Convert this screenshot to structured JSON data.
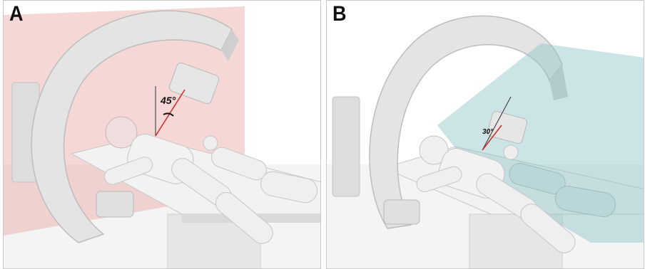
{
  "panels": [
    {
      "label": "A",
      "angle": "45°",
      "plane_color": "#e8a7a3"
    },
    {
      "label": "B",
      "angle": "30°",
      "plane_color": "#8fc3c7"
    }
  ],
  "colors": {
    "device": "#e3e3e3",
    "device_shadow": "#bdbdbd",
    "patient": "#efefef",
    "beam": "#d22a2a"
  }
}
